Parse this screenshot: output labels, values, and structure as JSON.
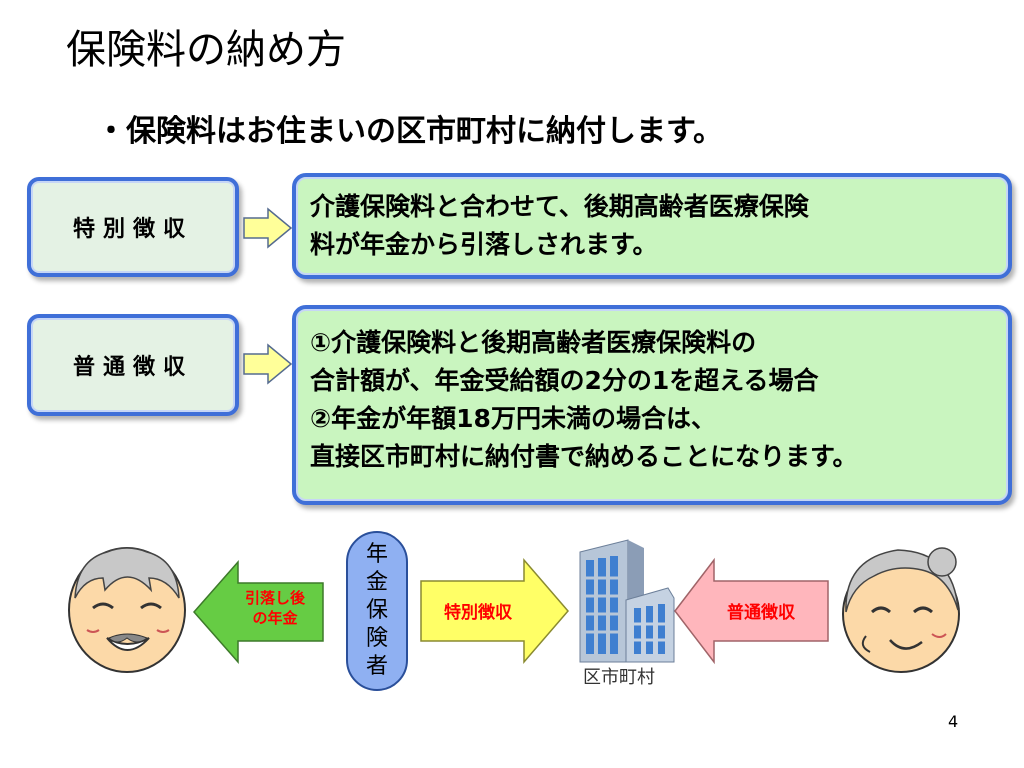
{
  "title": "保険料の納め方",
  "subtitle": "・保険料はお住まいの区市町村に納付します。",
  "rows": [
    {
      "label": "特別徴収",
      "lines": [
        "介護保険料と合わせて、後期高齢者医療保険",
        "料が年金から引落しされます。"
      ]
    },
    {
      "label": "普通徴収",
      "lines": [
        "①介護保険料と後期高齢者医療保険料の",
        "合計額が、年金受給額の2分の1を超える場合",
        "②年金が年額18万円未満の場合は、",
        "直接区市町村に納付書で納めることになります。"
      ]
    }
  ],
  "diagram": {
    "left_arrow_lines": [
      "引落し後",
      "の年金"
    ],
    "pension_chars": [
      "年",
      "金",
      "保",
      "険",
      "者"
    ],
    "special_arrow": "特別徴収",
    "normal_arrow": "普通徴収",
    "city_label": "区市町村"
  },
  "page_number": "4",
  "colors": {
    "label_bg": "#e4f2e4",
    "text_bg": "#c9f5bf",
    "border": "#3f6fd8",
    "small_arrow": "#ffff99",
    "green_arrow": "#66cc44",
    "yellow_arrow": "#ffff66",
    "pink_arrow": "#ffb6bc",
    "pension_bg": "#8fb0f2",
    "red_text": "#ff0000"
  },
  "icons": [
    "man-face-icon",
    "building-icon",
    "woman-face-icon",
    "right-arrow-icon",
    "left-arrow-icon"
  ]
}
